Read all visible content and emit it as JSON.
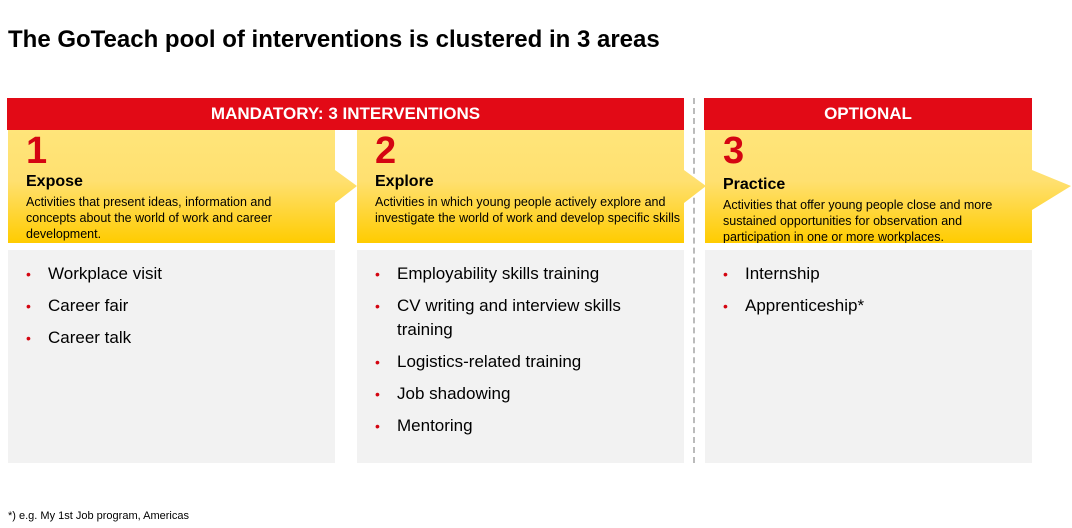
{
  "title": "The GoTeach pool of interventions is clustered in 3 areas",
  "headers": {
    "mandatory": "MANDATORY: 3 INTERVENTIONS",
    "optional": "OPTIONAL"
  },
  "areas": [
    {
      "number": "1",
      "name": "Expose",
      "description": "Activities that present ideas, information and concepts about the world of work and career development.",
      "items": [
        "Workplace visit",
        "Career fair",
        "Career talk"
      ]
    },
    {
      "number": "2",
      "name": "Explore",
      "description": "Activities in which young people actively explore and investigate the world of work and develop specific skills",
      "items": [
        "Employability skills training",
        "CV writing and interview skills training",
        "Logistics-related training",
        "Job shadowing",
        "Mentoring"
      ]
    },
    {
      "number": "3",
      "name": "Practice",
      "description": "Activities that offer young people close and more sustained opportunities for observation and participation in one or more workplaces.",
      "items": [
        "Internship",
        "Apprenticeship*"
      ]
    }
  ],
  "footnote": "*) e.g. My 1st Job program, Americas"
}
